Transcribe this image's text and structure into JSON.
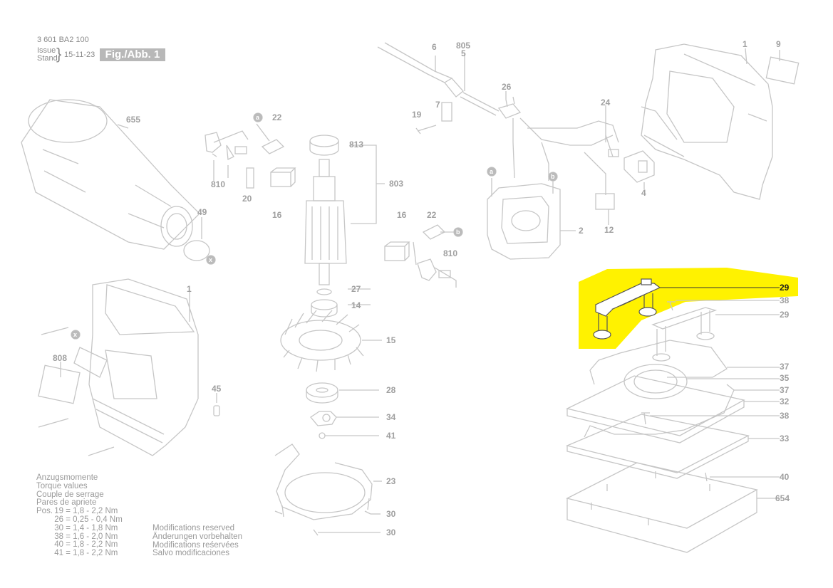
{
  "header": {
    "part_number": "3 601 BA2 100",
    "issue_label": "Issue",
    "stand_label": "Stand",
    "date": "15-11-23",
    "figure_label": "Fig./Abb. 1"
  },
  "callouts": {
    "c655": "655",
    "c49": "49",
    "c1a": "1",
    "c808": "808",
    "c45": "45",
    "c810a": "810",
    "c22a": "22",
    "c20": "20",
    "c16a": "16",
    "c813": "813",
    "c803": "803",
    "c27": "27",
    "c14": "14",
    "c15": "15",
    "c28": "28",
    "c34": "34",
    "c41": "41",
    "c23": "23",
    "c30a": "30",
    "c30b": "30",
    "c6": "6",
    "c805": "805",
    "c5": "5",
    "c26": "26",
    "c7": "7",
    "c19": "19",
    "c24": "24",
    "c4": "4",
    "c12": "12",
    "c2": "2",
    "c16b": "16",
    "c22b": "22",
    "c810b": "810",
    "c1b": "1",
    "c9": "9",
    "c29_highlight": "29",
    "c38a": "38",
    "c29": "29",
    "c37a": "37",
    "c35": "35",
    "c37b": "37",
    "c32": "32",
    "c38b": "38",
    "c33": "33",
    "c40": "40",
    "c654": "654"
  },
  "markers": {
    "a1": "a",
    "a2": "a",
    "b1": "b",
    "b2": "b",
    "x1": "x",
    "x2": "x"
  },
  "torque": {
    "titles": [
      "Anzugsmomente",
      "Torque values",
      "Couple de serrage",
      "Pares de apriete"
    ],
    "prefix": "Pos.",
    "rows": [
      {
        "pos": "19",
        "value": "= 1,8  - 2,2 Nm"
      },
      {
        "pos": "26",
        "value": "= 0,25 - 0,4 Nm"
      },
      {
        "pos": "30",
        "value": "= 1,4  - 1,8 Nm"
      },
      {
        "pos": "38",
        "value": "= 1,6  - 2,0 Nm"
      },
      {
        "pos": "40",
        "value": "= 1,8  - 2,2 Nm"
      },
      {
        "pos": "41",
        "value": "= 1,8  - 2,2 Nm"
      }
    ]
  },
  "modifications": [
    "Modifications reserved",
    "Änderungen vorbehalten",
    "Modifications reśervées",
    "Salvo modificaciones"
  ],
  "colors": {
    "highlight": "#fff200",
    "line_art": "#c4c4c4",
    "label": "#a0a0a0",
    "highlight_text": "#1a1a1a"
  },
  "selected_part": "29"
}
